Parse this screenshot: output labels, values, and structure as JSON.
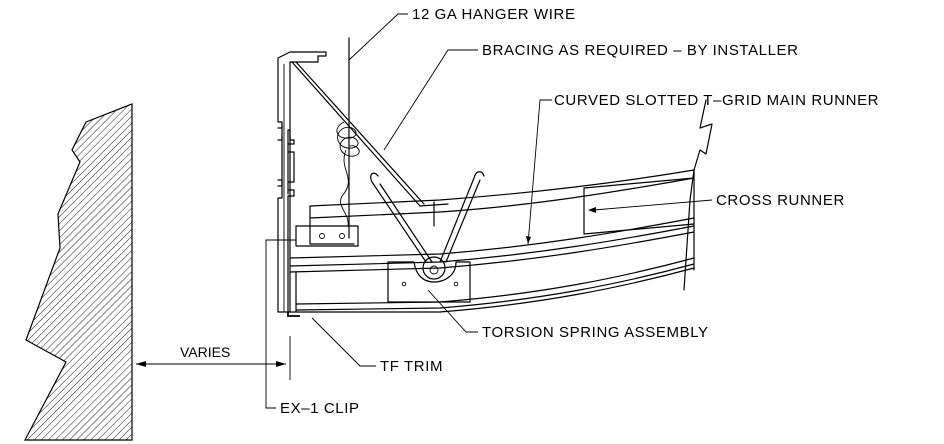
{
  "labels": {
    "hanger_wire": "12 GA HANGER WIRE",
    "bracing": "BRACING AS REQUIRED – BY INSTALLER",
    "main_runner": "CURVED SLOTTED T–GRID MAIN RUNNER",
    "cross_runner": "CROSS RUNNER",
    "torsion_spring": "TORSION SPRING ASSEMBLY",
    "tf_trim": "TF TRIM",
    "ex1_clip": "EX–1 CLIP",
    "varies": "VARIES"
  }
}
